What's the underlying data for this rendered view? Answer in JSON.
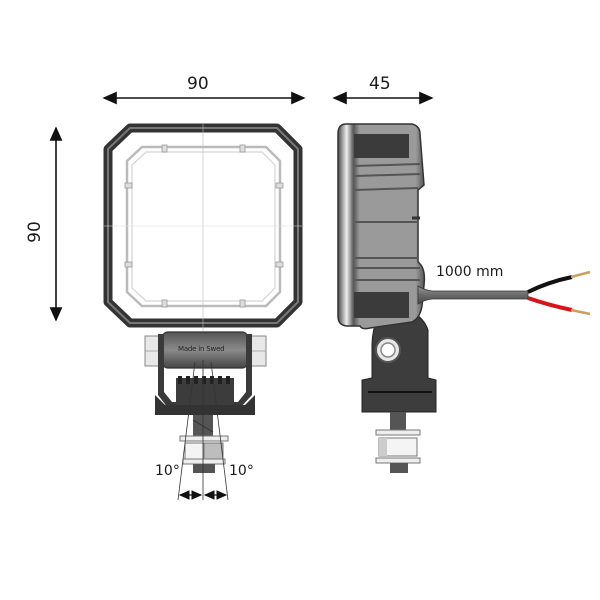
{
  "dimensions": {
    "front_width": "90",
    "front_height": "90",
    "side_depth": "45",
    "cable_length": "1000 mm",
    "tilt_left": "10°",
    "tilt_right": "10°"
  },
  "labels": {
    "bracket_text": "Made in Swed"
  },
  "colors": {
    "housing_dark": "#3a3a3a",
    "housing_mid": "#6b6b6b",
    "housing_light": "#a8a8a8",
    "lens": "#ffffff",
    "cable_grey": "#7a7a7a",
    "wire_black": "#111111",
    "wire_red": "#d8141a",
    "wire_tip": "#c8a060",
    "dimension_line": "#111111"
  }
}
